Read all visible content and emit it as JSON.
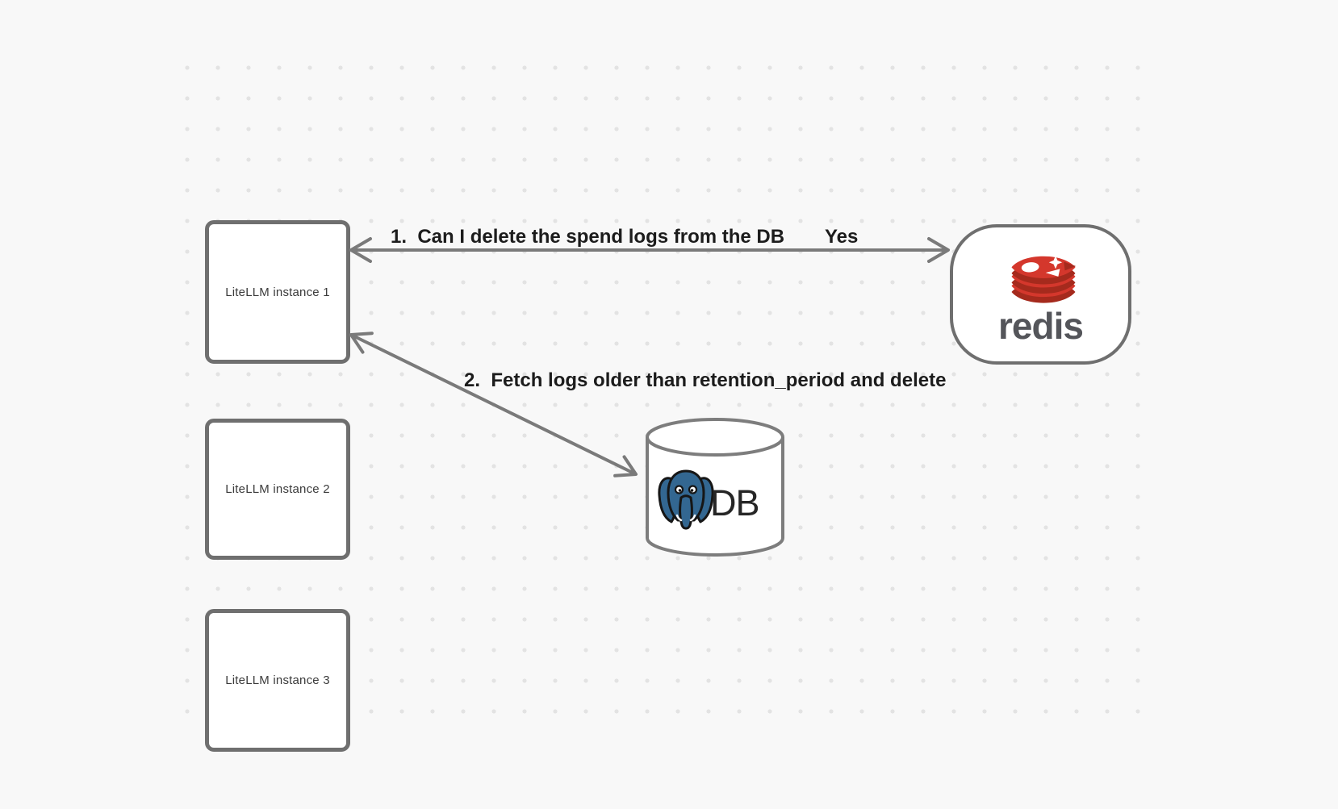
{
  "canvas": {
    "background_color": "#f8f8f8",
    "dot_color": "#e3e3e3",
    "stroke_color": "#7a7a7a",
    "node_border_color": "#6f6f6f"
  },
  "nodes": {
    "instances": [
      {
        "label": "LiteLLM instance 1"
      },
      {
        "label": "LiteLLM instance 2"
      },
      {
        "label": "LiteLLM instance 3"
      }
    ],
    "redis": {
      "wordmark": "redis",
      "logo_red": "#d4372c",
      "logo_dark_red": "#a52a1d",
      "wordmark_color": "#54555a"
    },
    "db": {
      "label": "DB",
      "postgres_blue": "#336791"
    }
  },
  "edges": [
    {
      "label": "1.  Can I delete the spend logs from the DB",
      "answer": "Yes"
    },
    {
      "label": "2.  Fetch logs older than retention_period and delete"
    }
  ]
}
